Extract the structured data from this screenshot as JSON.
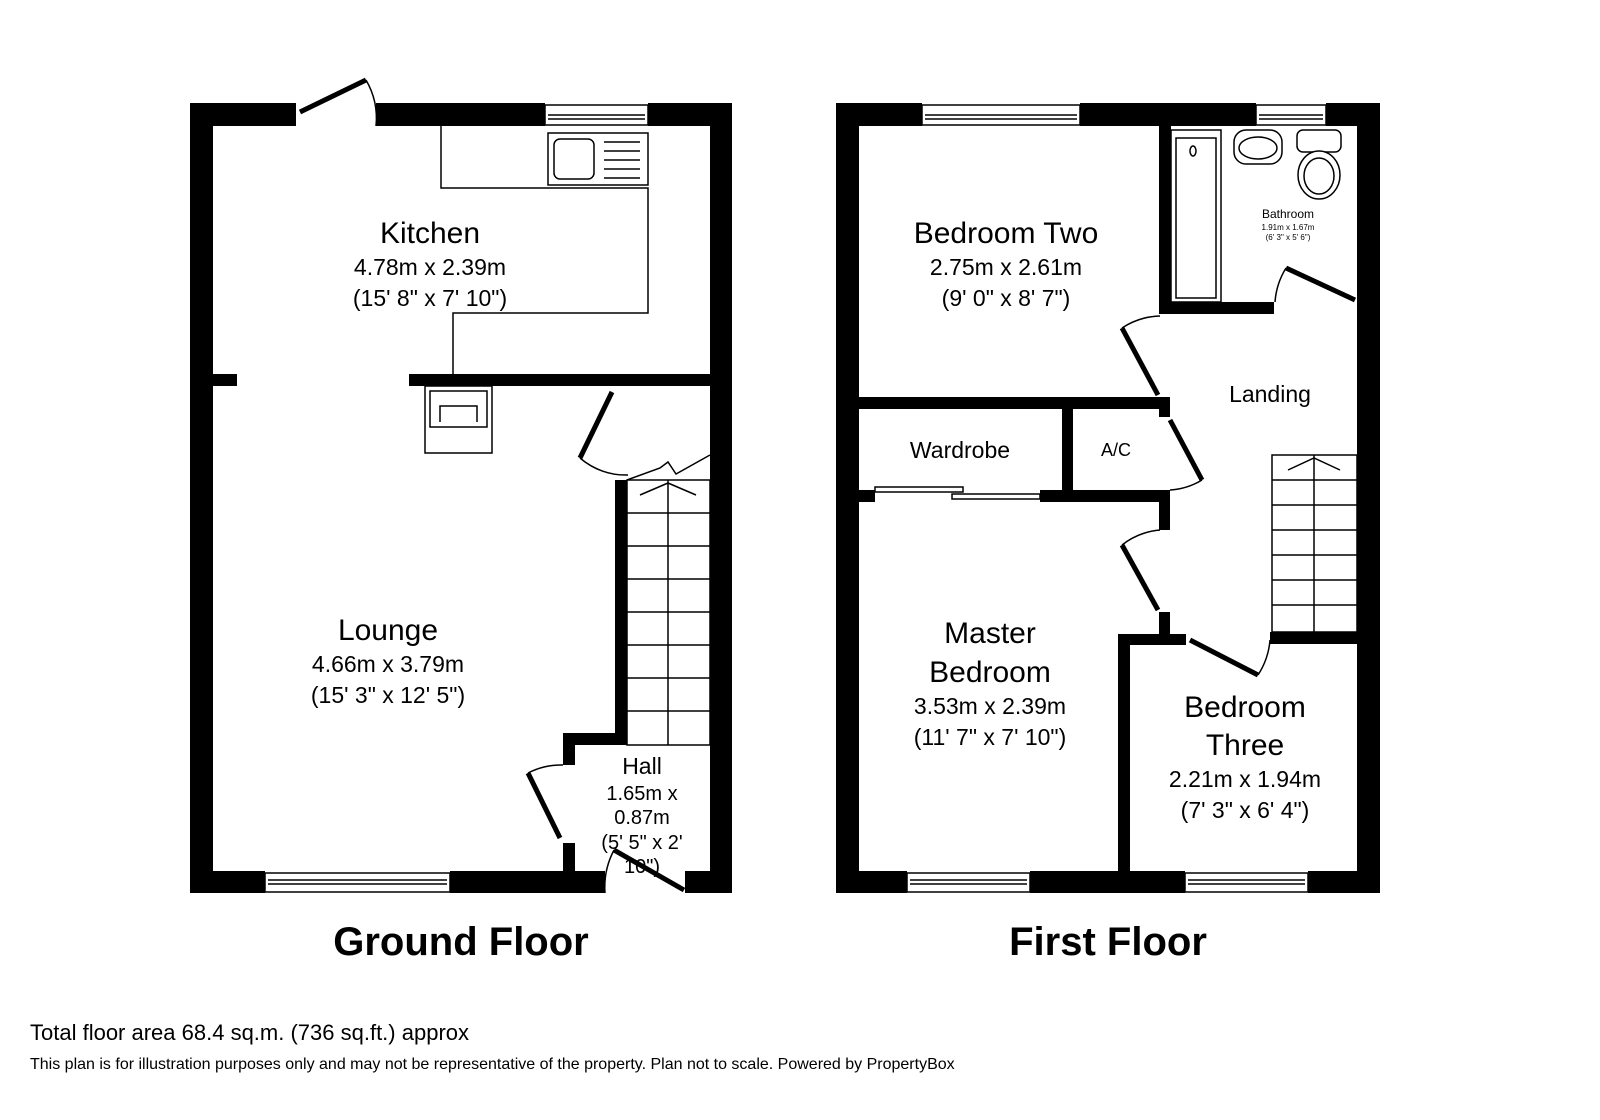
{
  "ground_floor": {
    "label": "Ground Floor",
    "rooms": [
      {
        "name": "Kitchen",
        "metric": "4.78m x 2.39m",
        "imperial": "(15' 8\" x 7' 10\")"
      },
      {
        "name": "Lounge",
        "metric": "4.66m x 3.79m",
        "imperial": "(15' 3\" x 12' 5\")"
      },
      {
        "name": "Hall",
        "metric_1": "1.65m x",
        "metric_2": "0.87m",
        "imperial_1": "(5' 5\" x 2'",
        "imperial_2": "10\")"
      }
    ]
  },
  "first_floor": {
    "label": "First Floor",
    "rooms": [
      {
        "name": "Bedroom Two",
        "metric": "2.75m x 2.61m",
        "imperial": "(9' 0\" x 8' 7\")"
      },
      {
        "name": "Bathroom",
        "metric": "1.91m x 1.67m",
        "imperial": "(6' 3\" x 5' 6\")"
      },
      {
        "name": "Landing"
      },
      {
        "name": "Wardrobe"
      },
      {
        "name": "A/C"
      },
      {
        "name_1": "Master",
        "name_2": "Bedroom",
        "metric": "3.53m x 2.39m",
        "imperial": "(11' 7\" x 7' 10\")"
      },
      {
        "name_1": "Bedroom",
        "name_2": "Three",
        "metric": "2.21m x 1.94m",
        "imperial": "(7' 3\" x 6' 4\")"
      }
    ]
  },
  "footer": {
    "total_area": "Total floor area 68.4 sq.m. (736 sq.ft.) approx",
    "disclaimer": "This plan is for illustration purposes only and may not be representative of the property. Plan not to scale. Powered by PropertyBox"
  }
}
